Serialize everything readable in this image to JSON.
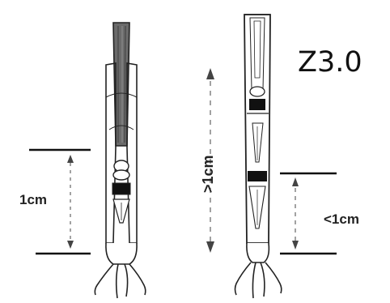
{
  "stage_label": "Z3.0",
  "left_plant": {
    "measure_label": "1cm"
  },
  "right_plant": {
    "upper_measure_label": ">1cm",
    "lower_measure_label": "<1cm"
  },
  "colors": {
    "ink": "#222222",
    "background": "#ffffff"
  }
}
